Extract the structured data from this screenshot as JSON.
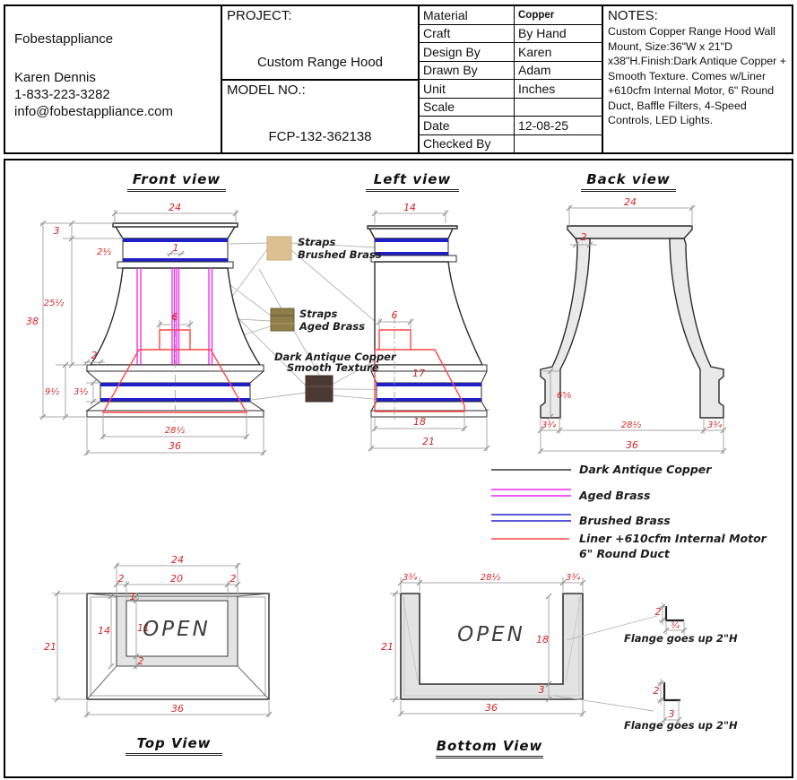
{
  "sheet": {
    "company": {
      "name": "Fobestappliance",
      "contact_name": "Karen Dennis",
      "phone": "1-833-223-3282",
      "email": "info@fobestappliance.com"
    },
    "project": {
      "label": "PROJECT:",
      "value": "Custom Range Hood"
    },
    "model": {
      "label": "MODEL NO.:",
      "value": "FCP-132-362138"
    },
    "table": {
      "rows": [
        {
          "label": "Material",
          "value": "Copper"
        },
        {
          "label": "Craft",
          "value": "By Hand"
        },
        {
          "label": "Design By",
          "value": "Karen"
        },
        {
          "label": "Drawn By",
          "value": "Adam"
        },
        {
          "label": "Unit",
          "value": "Inches"
        },
        {
          "label": "Scale",
          "value": ""
        },
        {
          "label": "Date",
          "value": "12-08-25"
        },
        {
          "label": "Checked By",
          "value": ""
        }
      ]
    },
    "notes": {
      "label": "NOTES:",
      "text": "Custom Copper Range Hood Wall Mount, Size:36\"W x 21\"D x38\"H.Finish:Dark Antique Copper + Smooth Texture. Comes w/Liner +610cfm Internal Motor, 6\" Round Duct, Baffle Filters, 4-Speed Controls, LED Lights."
    }
  },
  "views": {
    "front": {
      "title": "Front view",
      "dims": {
        "w_top": "24",
        "h_crown": "3",
        "h_band": "2½",
        "strap_w": "1",
        "h_curve": "25½",
        "h_total": "38",
        "lip": "2",
        "duct_w": "6",
        "h_base": "9½",
        "h_base_band": "3½",
        "w_inner_bottom": "28½",
        "w_bottom": "36"
      }
    },
    "left": {
      "title": "Left view",
      "dims": {
        "w_top": "14",
        "duct_w": "6",
        "liner_d": "17",
        "inner_d": "18",
        "d_total": "21"
      }
    },
    "back": {
      "title": "Back view",
      "dims": {
        "w_top": "24",
        "wall": "2",
        "foot_h": "6⅝",
        "foot_w_left": "3¾",
        "w_inner": "28½",
        "foot_w_right": "3¾",
        "w_bottom": "36"
      }
    },
    "top": {
      "title": "Top View",
      "open": "OPEN",
      "dims": {
        "w_top": "24",
        "edge_left": "2",
        "w_opening": "20",
        "edge_right": "2",
        "rim_top": "1",
        "inner_d": "11",
        "opening_d": "14",
        "d_total": "21",
        "rim_bottom": "2",
        "w_bottom": "36"
      }
    },
    "bottom": {
      "title": "Bottom View",
      "open": "OPEN",
      "dims": {
        "foot_left": "3¾",
        "w_inner": "28½",
        "foot_right": "3¾",
        "d_total": "21",
        "inner_d": "18",
        "wall_bottom": "3",
        "w_bottom": "36"
      }
    }
  },
  "materials": [
    {
      "name": "brushed-brass",
      "line1": "Straps",
      "line2": "Brushed Brass",
      "color": "#dcc08f"
    },
    {
      "name": "aged-brass",
      "line1": "Straps",
      "line2": "Aged Brass",
      "color": "#8f7d4a"
    },
    {
      "name": "dark-copper",
      "line1": "Dark Antique Copper",
      "line2": "Smooth Texture",
      "color": "#4b3a31"
    }
  ],
  "legend": {
    "items": [
      {
        "label": "Dark Antique Copper",
        "color": "#333333",
        "style": "single"
      },
      {
        "label": "Aged Brass",
        "color": "#ee22ee",
        "style": "double"
      },
      {
        "label": "Brushed Brass",
        "color": "#2323cc",
        "style": "double"
      },
      {
        "label": "Liner +610cfm Internal Motor",
        "label2": "6\" Round Duct",
        "color": "#ff4545",
        "style": "single"
      }
    ]
  },
  "flange": {
    "detail1": {
      "v": "2",
      "h": "¾",
      "label": "Flange goes up 2\"H"
    },
    "detail2": {
      "v": "2",
      "h": "3",
      "label": "Flange goes up 2\"H"
    }
  },
  "colors": {
    "dimension_text": "#d92525",
    "outline": "#2b2b2b",
    "brushed_brass_line": "#2323cc",
    "aged_brass_line": "#ee22ee",
    "liner_line": "#ff4545"
  }
}
